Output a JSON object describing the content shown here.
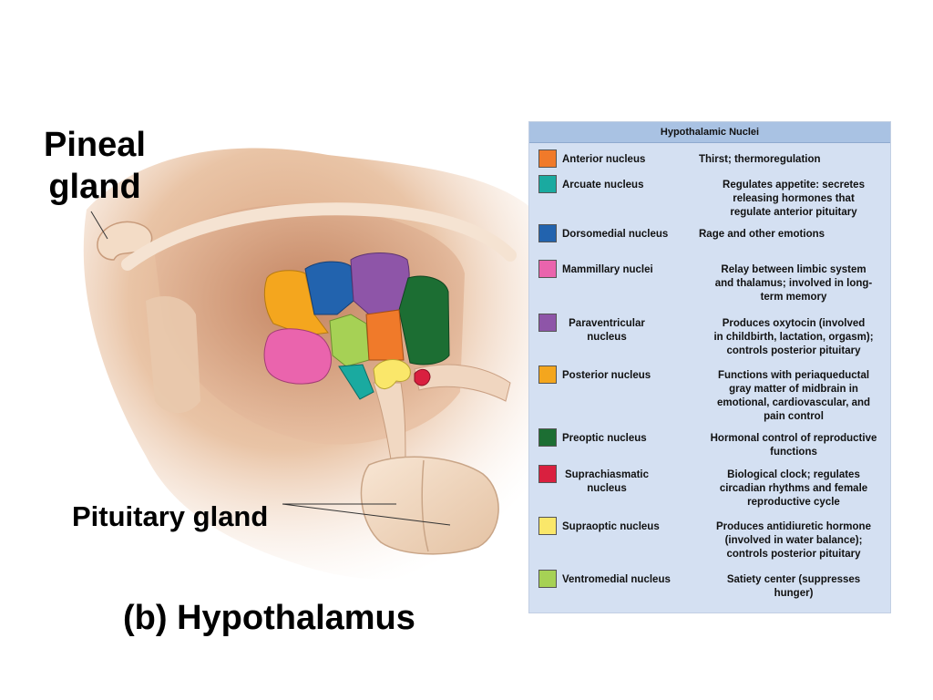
{
  "labels": {
    "pineal": "Pineal\ngland",
    "pituitary": "Pituitary gland",
    "caption": "(b) Hypothalamus"
  },
  "table": {
    "title": "Hypothalamic Nuclei",
    "rows": [
      {
        "name": "Anterior nucleus",
        "function": "Thirst; thermoregulation",
        "color": "#f07a2a"
      },
      {
        "name": "Arcuate nucleus",
        "function": "Regulates appetite: secretes\nreleasing hormones that\nregulate anterior pituitary",
        "color": "#1aaaa0"
      },
      {
        "name": "Dorsomedial nucleus",
        "function": "Rage and other emotions",
        "color": "#2263ae"
      },
      {
        "name": "Mammillary nuclei",
        "function": "Relay between limbic system\nand thalamus; involved in long-\nterm memory",
        "color": "#ea64ad"
      },
      {
        "name": "Paraventricular\nnucleus",
        "function": "Produces oxytocin (involved\nin childbirth, lactation, orgasm);\ncontrols posterior pituitary",
        "color": "#8e55a8"
      },
      {
        "name": "Posterior nucleus",
        "function": "Functions with periaqueductal\ngray matter of midbrain in\nemotional, cardiovascular, and\npain control",
        "color": "#f4a61e"
      },
      {
        "name": "Preoptic nucleus",
        "function": "Hormonal control of reproductive\nfunctions",
        "color": "#1c6e33"
      },
      {
        "name": "Suprachiasmatic\nnucleus",
        "function": "Biological clock; regulates\ncircadian rhythms and female\nreproductive cycle",
        "color": "#d9203f"
      },
      {
        "name": "Supraoptic nucleus",
        "function": "Produces antidiuretic hormone\n(involved in water balance);\ncontrols posterior pituitary",
        "color": "#fae76a"
      },
      {
        "name": "Ventromedial nucleus",
        "function": "Satiety center (suppresses\nhunger)",
        "color": "#a6d155"
      }
    ]
  }
}
